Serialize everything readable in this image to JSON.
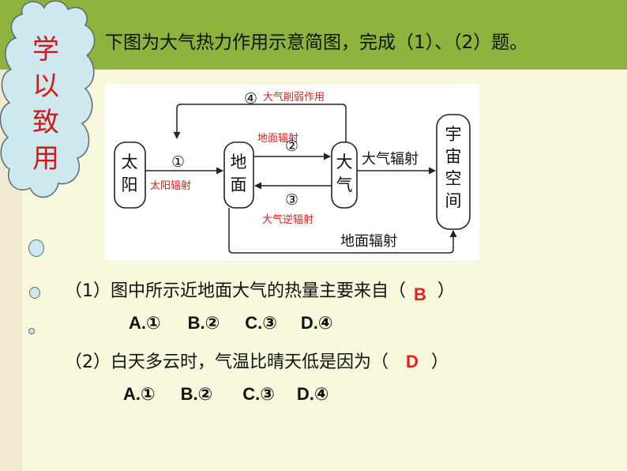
{
  "header": {
    "text": "下图为大气热力作用示意简图，完成（1）、（2）题。"
  },
  "sidebar": {
    "title_chars": [
      "学",
      "以",
      "致",
      "用"
    ]
  },
  "diagram": {
    "boxes": {
      "sun": [
        "太",
        "阳"
      ],
      "ground": [
        "地",
        "面"
      ],
      "atmosphere": [
        "大",
        "气"
      ],
      "space": [
        "宇",
        "宙",
        "空",
        "间"
      ]
    },
    "labels": {
      "weakening_num": "④",
      "weakening": "大气削弱作用",
      "ground_rad_num": "②",
      "ground_rad": "地面辐射",
      "solar_num": "①",
      "solar_rad": "太阳辐射",
      "counter_num": "③",
      "counter_rad": "大气逆辐射",
      "atmos_rad": "大气辐射",
      "ground_to_space": "地面辐射"
    }
  },
  "questions": [
    {
      "prefix": "（1）图中所示近地面大气的热量主要来自（",
      "answer": "B",
      "suffix": "）",
      "choices": [
        "A.①",
        "B.②",
        "C.③",
        "D.④"
      ]
    },
    {
      "prefix": "（2）白天多云时，气温比晴天低是因为（",
      "answer": "D",
      "suffix": "）",
      "choices": [
        "A.①",
        "B.②",
        "C.③",
        "D.④"
      ]
    }
  ],
  "colors": {
    "header_bar": "#8db33c",
    "page_bg": "#f8f8dc",
    "cloud_fill": "#cde8ee",
    "title_red": "#d11a1a",
    "answer_red": "#e0201b",
    "diagram_red": "#e0201b"
  }
}
